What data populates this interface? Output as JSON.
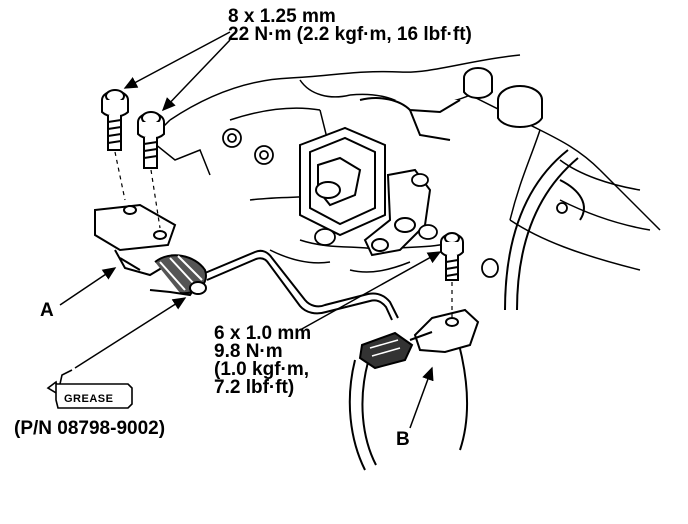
{
  "spec_large_bolt": {
    "line1": "8 x 1.25 mm",
    "line2": "22 N·m (2.2 kgf·m, 16 lbf·ft)"
  },
  "spec_small_bolt": {
    "line1": "6 x 1.0 mm",
    "line2": "9.8 N·m",
    "line3": "(1.0 kgf·m,",
    "line4": "7.2 lbf·ft)"
  },
  "callouts": {
    "a": "A",
    "b": "B"
  },
  "grease": {
    "tube_label": "GREASE",
    "part_number": "(P/N 08798-9002)"
  },
  "colors": {
    "ink": "#000000",
    "paper": "#ffffff"
  }
}
